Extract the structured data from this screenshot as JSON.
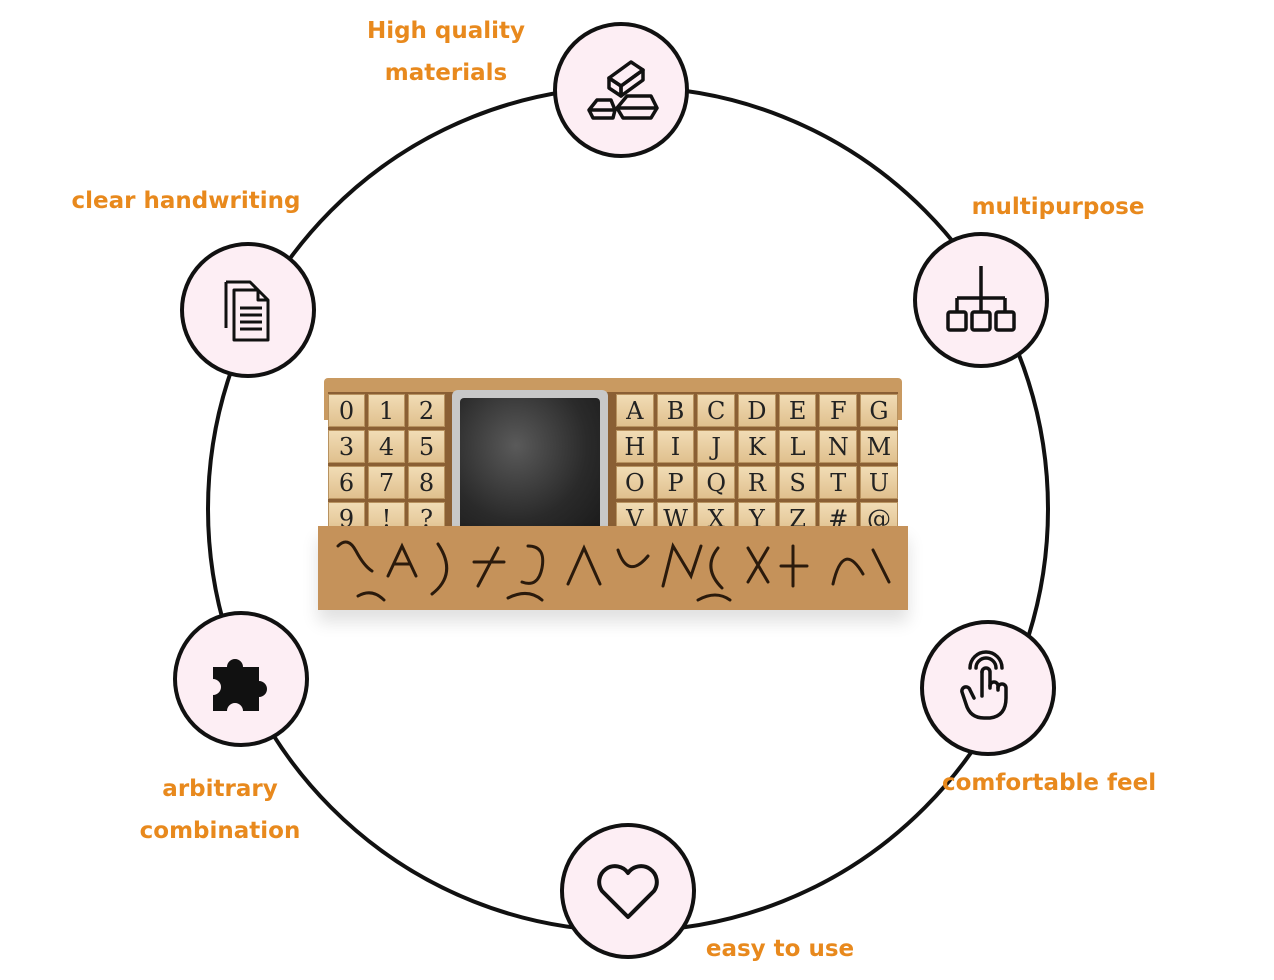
{
  "features": {
    "high_quality": {
      "line1": "High quality",
      "line2": "materials",
      "icon": "gold-bars-icon"
    },
    "multipurpose": {
      "text": "multipurpose",
      "icon": "hierarchy-icon"
    },
    "comfortable_feel": {
      "text": "comfortable feel",
      "icon": "pointing-hand-icon"
    },
    "easy_to_use": {
      "text": "easy to use",
      "icon": "heart-icon"
    },
    "arbitrary_combination": {
      "line1": "arbitrary",
      "line2": "combination",
      "icon": "puzzle-piece-icon"
    },
    "clear_handwriting": {
      "text": "clear handwriting",
      "icon": "documents-icon"
    }
  },
  "stamp_set": {
    "number_keys": [
      "0",
      "1",
      "2",
      "3",
      "4",
      "5",
      "6",
      "7",
      "8",
      "9",
      "!",
      "?"
    ],
    "letter_keys": [
      "A",
      "B",
      "C",
      "D",
      "E",
      "F",
      "G",
      "H",
      "I",
      "J",
      "K",
      "L",
      "N",
      "M",
      "O",
      "P",
      "Q",
      "R",
      "S",
      "T",
      "U",
      "V",
      "W",
      "X",
      "Y",
      "Z",
      "#",
      "@"
    ]
  },
  "colors": {
    "label": "#e8891d",
    "node_fill": "#fdeef4",
    "ring": "#111111"
  }
}
